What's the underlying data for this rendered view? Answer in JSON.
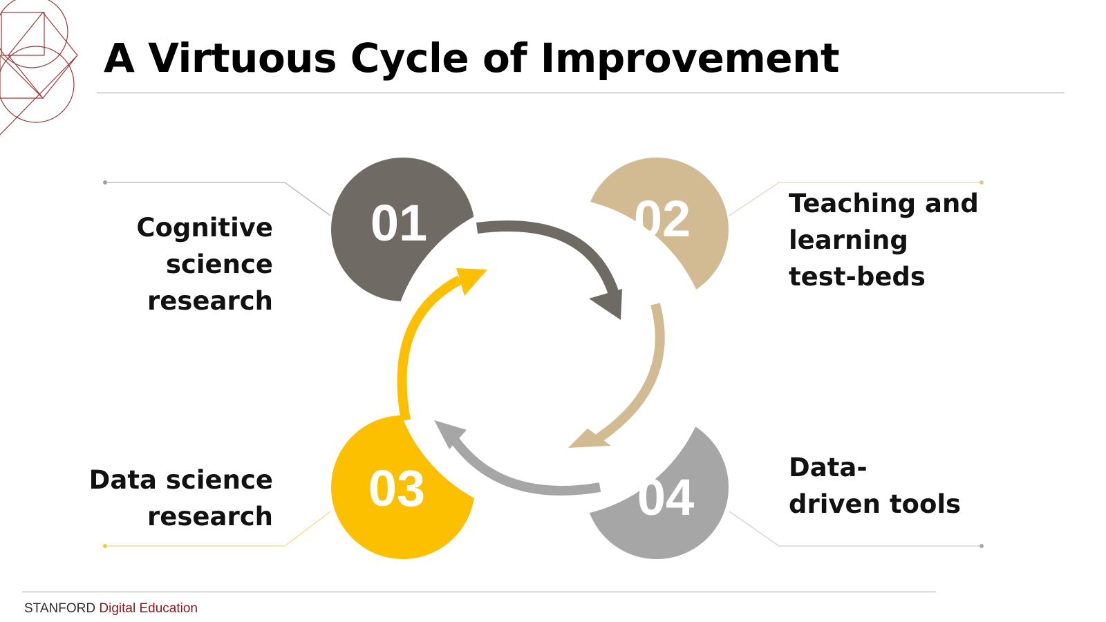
{
  "title": "A Virtuous Cycle of Improvement",
  "steps": [
    {
      "number": "01",
      "label_lines": [
        "Cognitive",
        "science",
        "research"
      ],
      "color": "#6f6b64"
    },
    {
      "number": "02",
      "label_lines": [
        "Teaching and",
        "learning",
        "test-beds"
      ],
      "color": "#d2bb93"
    },
    {
      "number": "03",
      "label_lines": [
        "Data science",
        "research"
      ],
      "color": "#fcc000"
    },
    {
      "number": "04",
      "label_lines": [
        "Data-",
        "driven tools"
      ],
      "color": "#a6a6a6"
    }
  ],
  "footer": {
    "org": "STANFORD",
    "unit": "Digital Education"
  },
  "colors": {
    "brand": "#8c1515",
    "rule": "#9c9c9c"
  }
}
